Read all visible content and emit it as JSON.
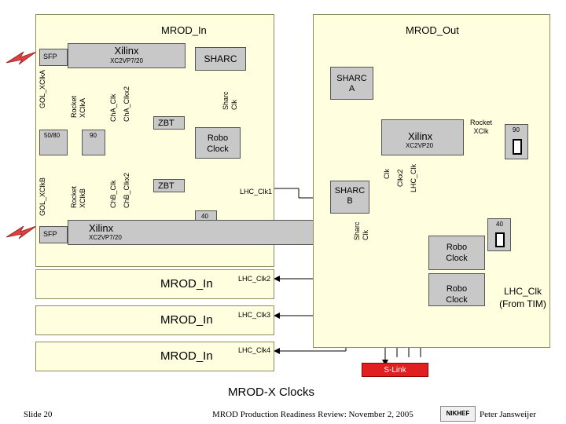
{
  "mrod_in": {
    "title": "MROD_In",
    "sfp_top": "SFP",
    "sfp_bottom": "SFP",
    "xilinx_top": "Xilinx",
    "xilinx_top_part": "XC2VP7/20",
    "xilinx_bottom": "Xilinx",
    "xilinx_bottom_part": "XC2VP7/20",
    "sharc": "SHARC",
    "zbt_top": "ZBT",
    "zbt_bottom": "ZBT",
    "robo_clock": [
      "Robo",
      "Clock"
    ],
    "osc_5080": "50/80",
    "osc_90": "90",
    "osc_40": "40",
    "gol_xclka": "GOL_XClkA",
    "gol_xclkb": "GOL_XClkB",
    "rocket_xclka": [
      "Rocket",
      "XClkA"
    ],
    "rocket_xclkb": [
      "Rocket",
      "XClkB"
    ],
    "cha_clk": "ChA_Clk",
    "cha_clkx2": "ChA_Clkx2",
    "chb_clk": "ChB_Clk",
    "chb_clkx2": "ChB_Clkx2",
    "sharc_clk": [
      "Sharc",
      "Clk"
    ],
    "lhc_clk1": "LHC_Clk1"
  },
  "mrod_in_rows": [
    {
      "title": "MROD_In",
      "clock": "LHC_Clk2"
    },
    {
      "title": "MROD_In",
      "clock": "LHC_Clk3"
    },
    {
      "title": "MROD_In",
      "clock": "LHC_Clk4"
    }
  ],
  "mrod_out": {
    "title": "MROD_Out",
    "sharc_a": [
      "SHARC",
      "A"
    ],
    "sharc_b": [
      "SHARC",
      "B"
    ],
    "xilinx": "Xilinx",
    "xilinx_part": "XC2VP20",
    "rocket_xclk": [
      "Rocket",
      "XClk"
    ],
    "osc_90": "90",
    "osc_40": "40",
    "clk": "Clk",
    "clkx2": "Clkx2",
    "lhc_clk": "LHC_Clk",
    "sharc_clk": [
      "Sharc",
      "Clk"
    ],
    "robo_clock_1": [
      "Robo",
      "Clock"
    ],
    "robo_clock_2": [
      "Robo",
      "Clock"
    ]
  },
  "lhc_clk_tim": [
    "LHC_Clk",
    "(From TIM)"
  ],
  "s_link": "S-Link",
  "title": "MROD-X Clocks",
  "footer": {
    "slide": "Slide 20",
    "review": "MROD Production Readiness Review: November 2, 2005",
    "logo": "NIKHEF",
    "author": "Peter Jansweijer"
  },
  "colors": {
    "panel": "#ffffe0",
    "slink": "#e02020",
    "laser": "#e04040",
    "grey": "#c8c8c8"
  }
}
